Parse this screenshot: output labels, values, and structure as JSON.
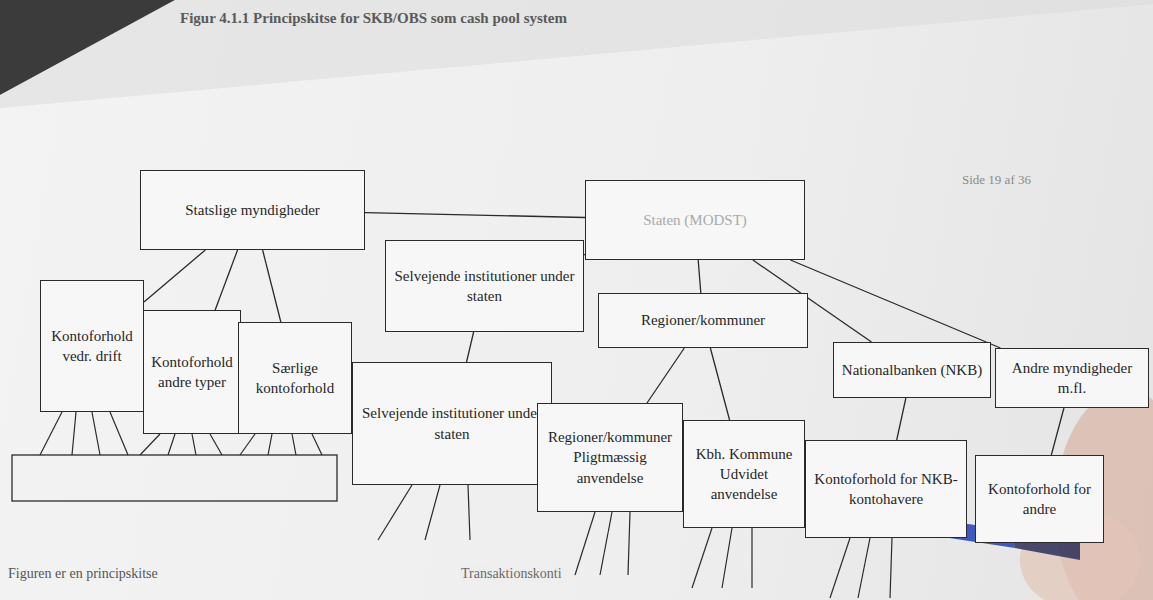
{
  "diagram": {
    "title": "Figur 4.1.1 Principskitse for SKB/OBS som cash pool system",
    "nodes": [
      {
        "text": [
          "Staten (MODST)"
        ]
      },
      {
        "text": [
          "Statslige myndigheder"
        ]
      },
      {
        "text": [
          "Selvejende institutioner under staten"
        ]
      },
      {
        "text": [
          "Regioner/kommuner"
        ]
      },
      {
        "text": [
          "Nationalbanken (NKB)"
        ]
      },
      {
        "text": [
          "Andre myndigheder m.fl."
        ]
      },
      {
        "text": [
          "Kontoforhold vedr. drift"
        ]
      },
      {
        "text": [
          "Kontoforhold andre typer"
        ]
      },
      {
        "text": [
          "Særlige kontoforhold"
        ]
      },
      {
        "text": [
          "Selvejende institutioner under staten"
        ]
      },
      {
        "text": [
          "Regioner/kommuner Pligtmæssig anvendelse"
        ]
      },
      {
        "text": [
          "Kbh. Kommune Udvidet anvendelse"
        ]
      },
      {
        "text": [
          "Kontoforhold for NKB-kontohavere"
        ]
      },
      {
        "text": [
          "Kontoforhold for andre"
        ]
      }
    ],
    "edges": [
      {
        "from": 0,
        "to": 1,
        "arrow": "none"
      },
      {
        "from": 0,
        "to": 2,
        "arrow": "none"
      },
      {
        "from": 0,
        "to": 3,
        "arrow": "none"
      },
      {
        "from": 0,
        "to": 4,
        "arrow": "none"
      },
      {
        "from": 0,
        "to": 5,
        "arrow": "none"
      },
      {
        "from": 1,
        "to": 6,
        "arrow": "none"
      },
      {
        "from": 1,
        "to": 7,
        "arrow": "none"
      },
      {
        "from": 1,
        "to": 8,
        "arrow": "none"
      },
      {
        "from": 2,
        "to": 9,
        "arrow": "none"
      },
      {
        "from": 3,
        "to": 10,
        "arrow": "none"
      },
      {
        "from": 3,
        "to": 11,
        "arrow": "none"
      },
      {
        "from": 4,
        "to": 12,
        "arrow": "none"
      },
      {
        "from": 5,
        "to": 13,
        "arrow": "none"
      }
    ],
    "labels": [
      "Side 19 af 36",
      "Transaktionskonti",
      "Figuren er en principskitse"
    ]
  }
}
